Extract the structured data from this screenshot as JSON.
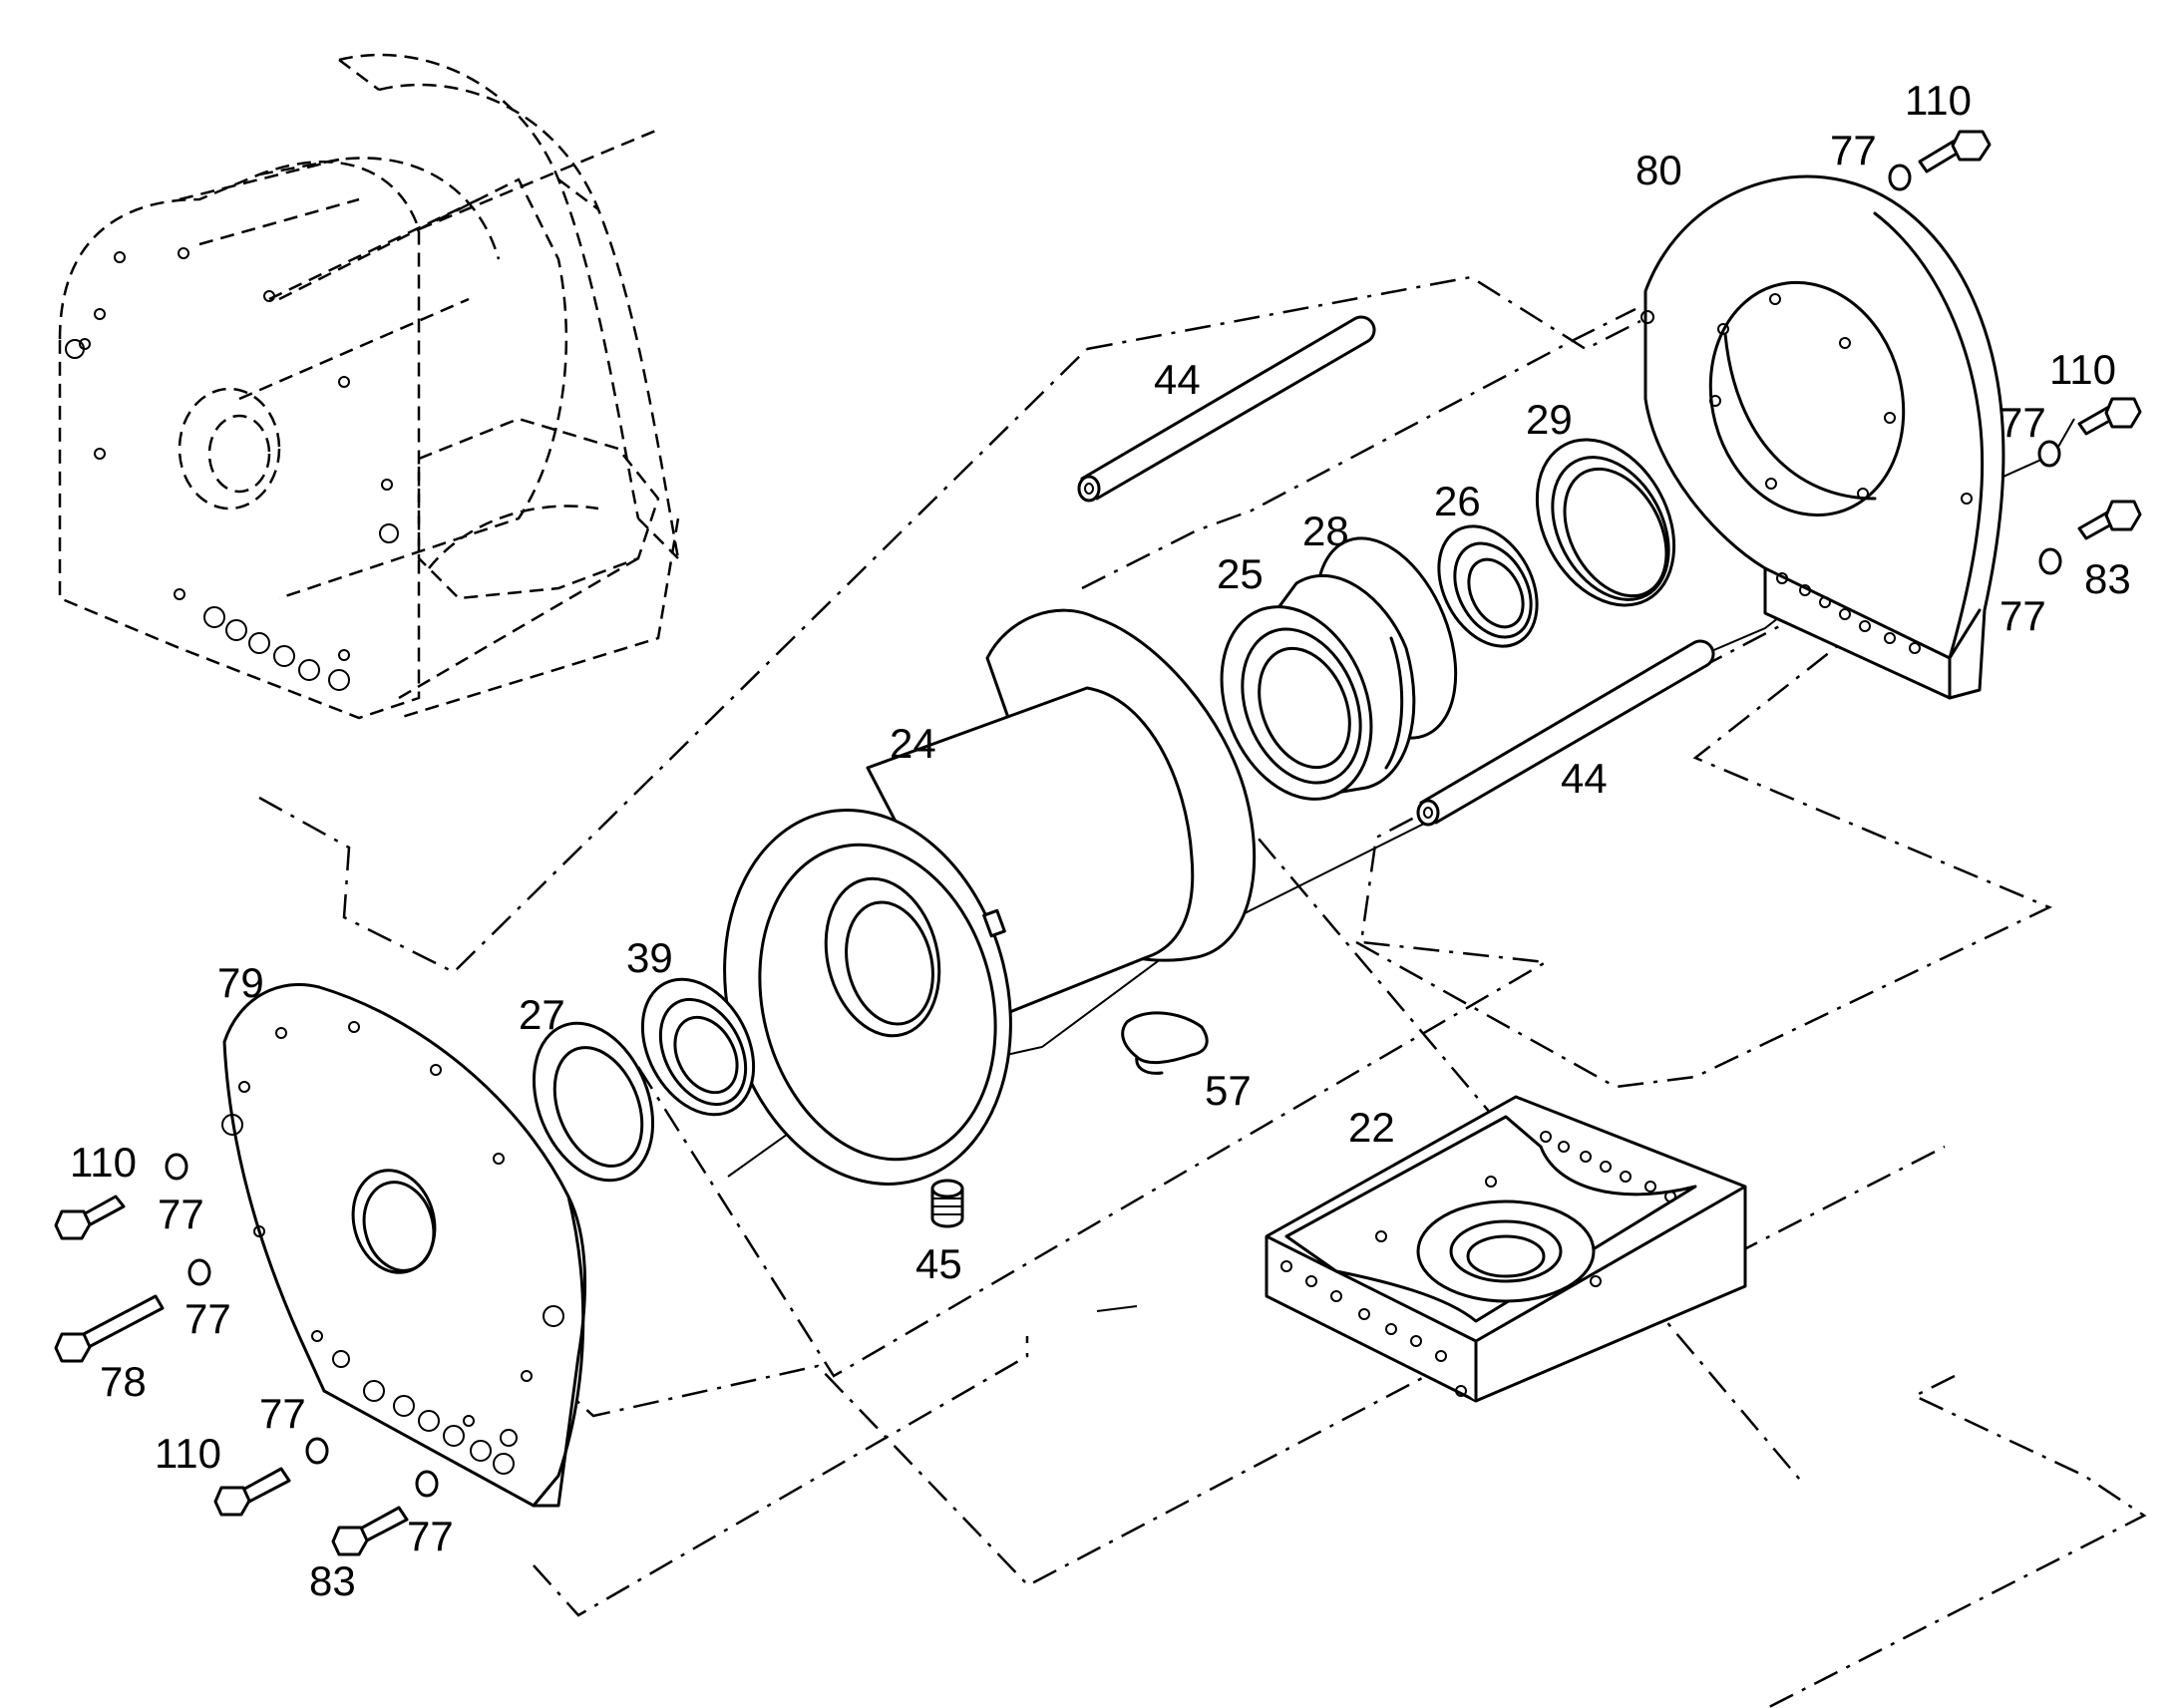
{
  "diagram": {
    "callouts": [
      {
        "id": "110",
        "text": "110"
      },
      {
        "id": "77",
        "text": "77"
      },
      {
        "id": "80",
        "text": "80"
      },
      {
        "id": "44",
        "text": "44"
      },
      {
        "id": "29",
        "text": "29"
      },
      {
        "id": "28",
        "text": "28"
      },
      {
        "id": "26",
        "text": "26"
      },
      {
        "id": "25",
        "text": "25"
      },
      {
        "id": "83",
        "text": "83"
      },
      {
        "id": "24",
        "text": "24"
      },
      {
        "id": "39",
        "text": "39"
      },
      {
        "id": "27",
        "text": "27"
      },
      {
        "id": "79",
        "text": "79"
      },
      {
        "id": "57",
        "text": "57"
      },
      {
        "id": "22",
        "text": "22"
      },
      {
        "id": "45",
        "text": "45"
      },
      {
        "id": "78",
        "text": "78"
      }
    ]
  }
}
